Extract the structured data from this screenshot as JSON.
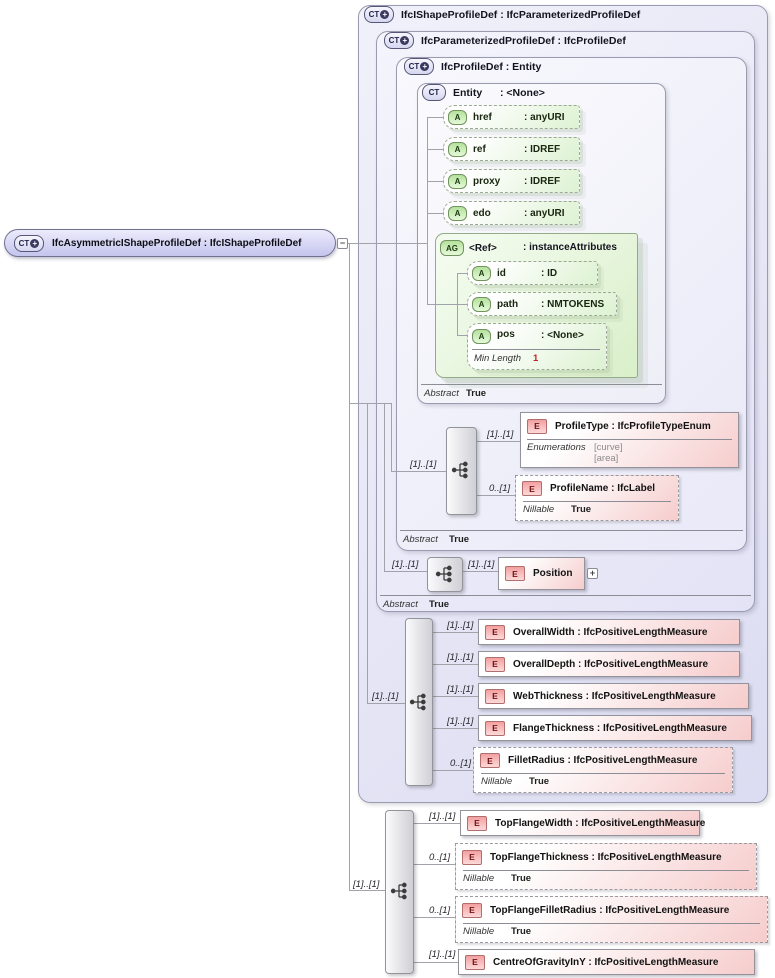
{
  "icons": {
    "ct": "CT",
    "a": "A",
    "ag": "AG",
    "e": "E",
    "plus": "+",
    "collapse": "−",
    "expand": "+"
  },
  "root": {
    "label": "IfcAsymmetricIShapeProfileDef : IfcIShapeProfileDef"
  },
  "containers": {
    "ishape": {
      "title": "IfcIShapeProfileDef : IfcParameterizedProfileDef"
    },
    "parameterized": {
      "title": "IfcParameterizedProfileDef : IfcProfileDef",
      "facet_label": "Abstract",
      "facet_value": "True"
    },
    "profiledef": {
      "title": "IfcProfileDef : Entity",
      "facet_label": "Abstract",
      "facet_value": "True"
    },
    "entity": {
      "name": "Entity",
      "type": ": <None>",
      "facet_label": "Abstract",
      "facet_value": "True"
    }
  },
  "entity_attributes": [
    {
      "name": "href",
      "type": ": anyURI"
    },
    {
      "name": "ref",
      "type": ": IDREF"
    },
    {
      "name": "proxy",
      "type": ": IDREF"
    },
    {
      "name": "edo",
      "type": ": anyURI"
    }
  ],
  "ref_group": {
    "name": "<Ref>",
    "type": ": instanceAttributes",
    "attributes": [
      {
        "name": "id",
        "type": ": ID"
      },
      {
        "name": "path",
        "type": ": NMTOKENS"
      },
      {
        "name": "pos",
        "type": ": <None>",
        "facet_label": "Min Length",
        "facet_value": "1"
      }
    ]
  },
  "profiledef_content": {
    "group_cardinality": "[1]..[1]",
    "elements": [
      {
        "cardinality": "[1]..[1]",
        "label": "ProfileType : IfcProfileTypeEnum",
        "facet_label": "Enumerations",
        "facet_values": [
          "[curve]",
          "[area]"
        ]
      },
      {
        "cardinality": "0..[1]",
        "label": "ProfileName : IfcLabel",
        "facet_label": "Nillable",
        "facet_value": "True"
      }
    ]
  },
  "parameterized_content": {
    "group_cardinality": "[1]..[1]",
    "elements": [
      {
        "cardinality": "[1]..[1]",
        "label": "Position"
      }
    ]
  },
  "ishape_content": {
    "group_cardinality": "[1]..[1]",
    "elements": [
      {
        "cardinality": "[1]..[1]",
        "label": "OverallWidth : IfcPositiveLengthMeasure"
      },
      {
        "cardinality": "[1]..[1]",
        "label": "OverallDepth : IfcPositiveLengthMeasure"
      },
      {
        "cardinality": "[1]..[1]",
        "label": "WebThickness : IfcPositiveLengthMeasure"
      },
      {
        "cardinality": "[1]..[1]",
        "label": "FlangeThickness : IfcPositiveLengthMeasure"
      },
      {
        "cardinality": "0..[1]",
        "label": "FilletRadius : IfcPositiveLengthMeasure",
        "facet_label": "Nillable",
        "facet_value": "True"
      }
    ]
  },
  "own_content": {
    "group_cardinality": "[1]..[1]",
    "elements": [
      {
        "cardinality": "[1]..[1]",
        "label": "TopFlangeWidth : IfcPositiveLengthMeasure"
      },
      {
        "cardinality": "0..[1]",
        "label": "TopFlangeThickness : IfcPositiveLengthMeasure",
        "facet_label": "Nillable",
        "facet_value": "True"
      },
      {
        "cardinality": "0..[1]",
        "label": "TopFlangeFilletRadius : IfcPositiveLengthMeasure",
        "facet_label": "Nillable",
        "facet_value": "True"
      },
      {
        "cardinality": "[1]..[1]",
        "label": "CentreOfGravityInY : IfcPositiveLengthMeasure"
      }
    ]
  }
}
